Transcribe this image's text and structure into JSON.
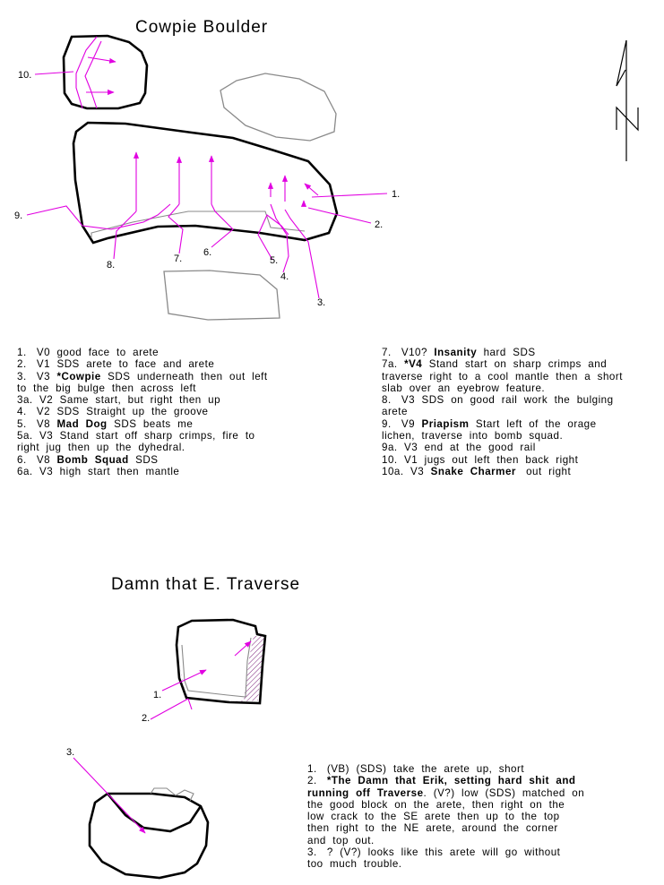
{
  "cowpie": {
    "title": "Cowpie Boulder",
    "north": "N",
    "pins": [
      "1.",
      "2.",
      "3.",
      "4.",
      "5.",
      "6.",
      "7.",
      "8.",
      "9.",
      "10."
    ],
    "left_column": [
      [
        {
          "t": "1.   V0  good  face  to  arete"
        }
      ],
      [
        {
          "t": "2.   V1  SDS  arete  to  face  and  arete"
        }
      ],
      [
        {
          "t": "3.   V3  "
        },
        {
          "t": "*Cowpie",
          "b": true
        },
        {
          "t": "  SDS  underneath  then  out  left"
        }
      ],
      [
        {
          "t": "to  the  big  bulge  then  across  left"
        }
      ],
      [
        {
          "t": "3a.  V2  Same  start,  but  right  then  up"
        }
      ],
      [
        {
          "t": "4.   V2  SDS  Straight  up  the  groove"
        }
      ],
      [
        {
          "t": "5.   V8  "
        },
        {
          "t": "Mad  Dog",
          "b": true
        },
        {
          "t": "  SDS  beats  me"
        }
      ],
      [
        {
          "t": "5a.  V3  Stand  start  off  sharp  crimps,  fire  to"
        }
      ],
      [
        {
          "t": "right  jug  then  up  the  dyhedral."
        }
      ],
      [
        {
          "t": "6.   V8  "
        },
        {
          "t": "Bomb  Squad",
          "b": true
        },
        {
          "t": "  SDS"
        }
      ],
      [
        {
          "t": "6a.  V3  high  start  then  mantle"
        }
      ]
    ],
    "right_column": [
      [
        {
          "t": "7.   V10?  "
        },
        {
          "t": "Insanity",
          "b": true
        },
        {
          "t": "  hard  SDS"
        }
      ],
      [
        {
          "t": "7a.  "
        },
        {
          "t": "*V4",
          "b": true
        },
        {
          "t": "  Stand  start  on  sharp  crimps  and"
        }
      ],
      [
        {
          "t": "traverse  right  to  a  cool  mantle  then  a  short"
        }
      ],
      [
        {
          "t": "slab  over  an  eyebrow  feature."
        }
      ],
      [
        {
          "t": "8.   V3  SDS  on  good  rail  work  the  bulging"
        }
      ],
      [
        {
          "t": "arete"
        }
      ],
      [
        {
          "t": "9.   V9  "
        },
        {
          "t": "Priapism",
          "b": true
        },
        {
          "t": "  Start  left  of  the  orage"
        }
      ],
      [
        {
          "t": "lichen,  traverse  into  bomb  squad."
        }
      ],
      [
        {
          "t": "9a.  V3  end  at  the  good  rail"
        }
      ],
      [
        {
          "t": "10.  V1  jugs  out  left  then  back  right"
        }
      ],
      [
        {
          "t": "10a.  V3  "
        },
        {
          "t": "Snake  Charmer",
          "b": true
        },
        {
          "t": "   out  right"
        }
      ]
    ]
  },
  "damn": {
    "title": "Damn  that  E.  Traverse",
    "pins": [
      "1.",
      "2.",
      "3."
    ],
    "column": [
      [
        {
          "t": "1.   (VB)  (SDS)  take  the  arete  up,  short"
        }
      ],
      [
        {
          "t": "2.   "
        },
        {
          "t": "*The  Damn  that  Erik,  setting  hard  shit  and",
          "b": true
        }
      ],
      [
        {
          "t": "running  off  Traverse",
          "b": true
        },
        {
          "t": ".  (V?)  low  (SDS)  matched  on"
        }
      ],
      [
        {
          "t": "the  good  block  on  the  arete,  then  right  on  the"
        }
      ],
      [
        {
          "t": "low  crack  to  the  SE  arete  then  up  to  the  top"
        }
      ],
      [
        {
          "t": "then  right  to  the  NE  arete,  around  the  corner"
        }
      ],
      [
        {
          "t": "and  top  out."
        }
      ],
      [
        {
          "t": "3.   ?  (V?)  looks  like  this  arete  will  go  without"
        }
      ],
      [
        {
          "t": "too  much  trouble."
        }
      ]
    ]
  },
  "colors": {
    "route": "#e100e1",
    "outline": "#000000",
    "neighbor": "#8a8a8a",
    "hatch": "#7a1f7a"
  }
}
